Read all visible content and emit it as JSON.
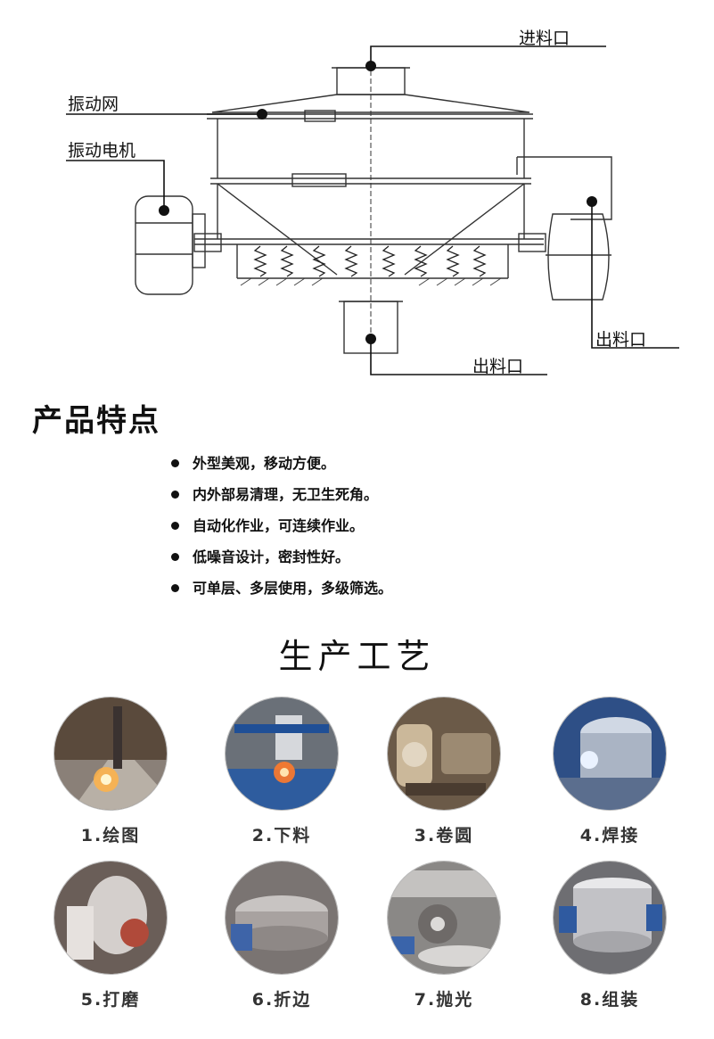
{
  "diagram": {
    "labels": {
      "inlet": "进料口",
      "screen": "振动网",
      "motor": "振动电机",
      "outlet_side": "出料口",
      "outlet_bottom": "出料口"
    }
  },
  "features": {
    "title": "产品特点",
    "items": [
      "外型美观，移动方便。",
      "内外部易清理，无卫生死角。",
      "自动化作业，可连续作业。",
      "低噪音设计，密封性好。",
      "可单层、多层使用，多级筛选。"
    ]
  },
  "process": {
    "title": "生产工艺",
    "steps": [
      {
        "label": "1.绘图"
      },
      {
        "label": "2.下料"
      },
      {
        "label": "3.卷圆"
      },
      {
        "label": "4.焊接"
      },
      {
        "label": "5.打磨"
      },
      {
        "label": "6.折边"
      },
      {
        "label": "7.抛光"
      },
      {
        "label": "8.组装"
      }
    ]
  },
  "colors": {
    "line": "#222222",
    "text": "#111111"
  }
}
